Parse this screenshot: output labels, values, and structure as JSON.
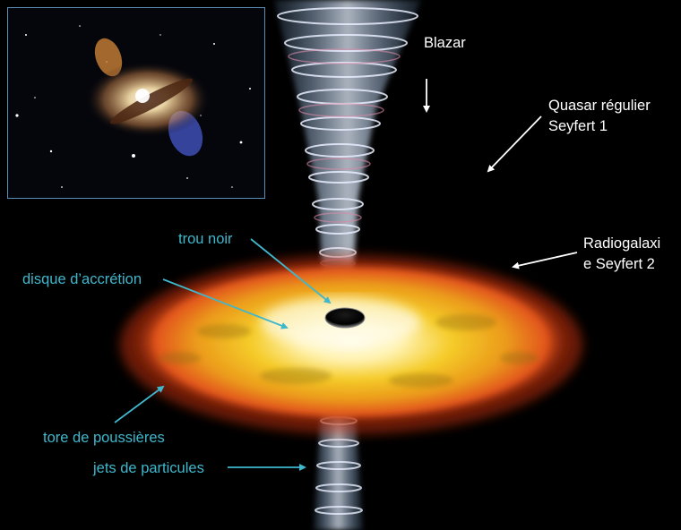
{
  "labels": {
    "blazar": "Blazar",
    "quasar_line1": "Quasar régulier",
    "quasar_line2": "Seyfert 1",
    "radio_line1": "Radiogalaxi",
    "radio_line2": "e Seyfert 2",
    "trou_noir": "trou noir",
    "disque": "disque d’accrétion",
    "tore": "tore de poussières",
    "jets": "jets de particules"
  },
  "colors": {
    "background": "#000000",
    "annotation_white": "#ffffff",
    "annotation_cyan": "#3fb7cc",
    "disk_core": "#fff6c8",
    "disk_yellow": "#f2c21a",
    "disk_orange": "#e8601a",
    "jet": "#cfe3ff",
    "inset_border": "#5a8fb8"
  },
  "inset_image": "centaurus-a-galaxy-photo"
}
